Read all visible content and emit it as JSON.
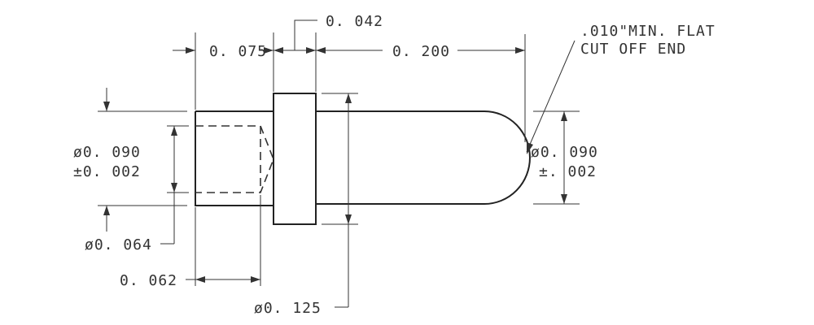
{
  "dimensions": {
    "top_span": "0. 042",
    "left_len": "0. 075",
    "right_len": "0. 200",
    "left_dia_line1": "ø0. 090",
    "left_dia_line2": "±0. 002",
    "bore_dia": "ø0. 064",
    "bore_depth": "0. 062",
    "flange_dia": "ø0. 125",
    "right_dia_line1": "ø0. 090",
    "right_dia_line2": "±. 002"
  },
  "note": {
    "line1": ".010\"MIN. FLAT",
    "line2": "CUT OFF END"
  }
}
